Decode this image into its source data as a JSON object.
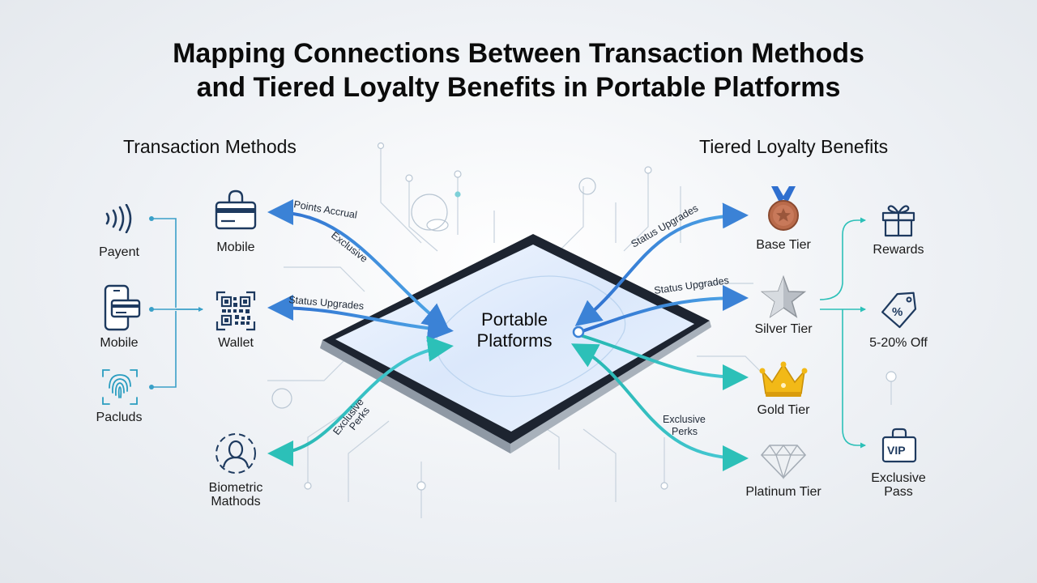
{
  "title_line1": "Mapping Connections Between Transaction Methods",
  "title_line2": "and Tiered Loyalty Benefits in Portable Platforms",
  "left_heading": "Transaction Methods",
  "right_heading": "Tiered Loyalty Benefits",
  "center": {
    "line1": "Portable",
    "line2": "Platforms"
  },
  "payment_sources": [
    {
      "label": "Payent",
      "icon": "contactless-icon"
    },
    {
      "label": "Mobile",
      "icon": "phone-card-icon"
    },
    {
      "label": "Pacluds",
      "icon": "fingerprint-icon"
    }
  ],
  "methods": [
    {
      "label": "Mobile",
      "icon": "card-lock-icon"
    },
    {
      "label": "Wallet",
      "icon": "qr-code-icon"
    },
    {
      "label_line1": "Biometric",
      "label_line2": "Mathods",
      "icon": "face-id-icon"
    }
  ],
  "tiers": [
    {
      "label": "Base Tier",
      "icon": "bronze-medal-icon"
    },
    {
      "label": "Silver Tier",
      "icon": "silver-star-icon"
    },
    {
      "label": "Gold Tier",
      "icon": "gold-crown-icon"
    },
    {
      "label": "Platinum Tier",
      "icon": "diamond-icon"
    }
  ],
  "benefits": [
    {
      "label": "Rewards",
      "icon": "gift-icon"
    },
    {
      "label": "5-20% Off",
      "icon": "discount-tag-icon"
    },
    {
      "label_line1": "Exclusive",
      "label_line2": "Pass",
      "icon": "vip-ticket-icon"
    }
  ],
  "connector_labels": {
    "points_accrual": "Points Accrual",
    "exclusive_left_top": "Exclusive",
    "status_upgrades_left": "Status Upgrades",
    "exclusive_perks_left_1": "Exclusive",
    "exclusive_perks_left_2": "Perks",
    "status_upgrades_right_top": "Status Upgrades",
    "status_upgrades_right_mid": "Status Upgrades",
    "exclusive_perks_right_1": "Exclusive",
    "exclusive_perks_right_2": "Perks"
  },
  "colors": {
    "blue_connector": "#3b82d6",
    "teal_connector": "#2cc0b8",
    "source_connector": "#3aa0c8",
    "icon_navy": "#1e3a5f"
  }
}
